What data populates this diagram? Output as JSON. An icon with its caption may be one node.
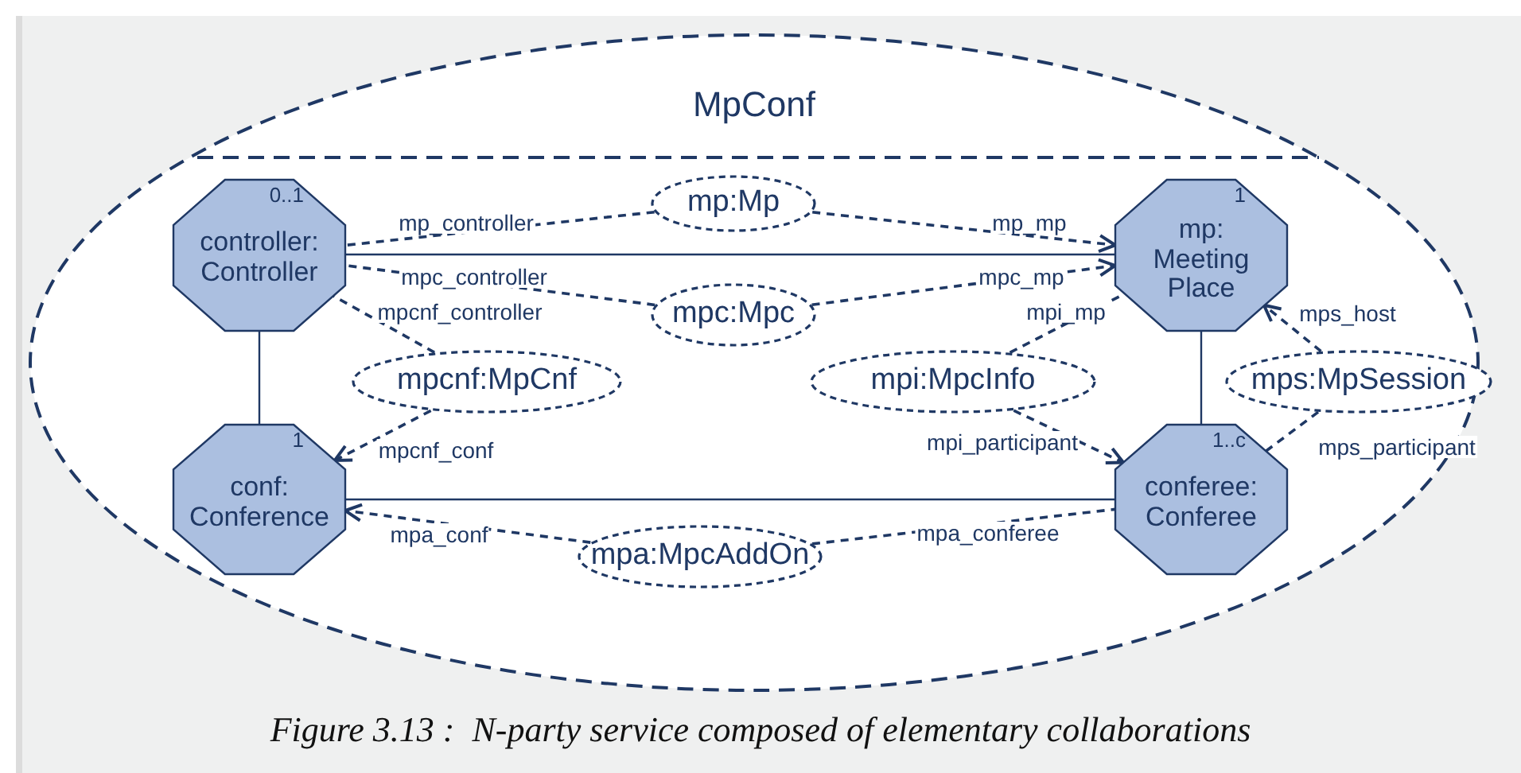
{
  "diagram": {
    "caption": "Figure 3.13 :  N-party service composed of elementary collaborations",
    "nodes": [
      {
        "text": [
          "MpConf"
        ]
      },
      {
        "text": [
          "0..1",
          "controller: Controller"
        ],
        "in": 0
      },
      {
        "text": [
          "mp:Mp"
        ],
        "in": 0
      },
      {
        "text": [
          "1",
          "mp: Meeting Place"
        ],
        "in": 0
      },
      {
        "text": [
          "mpc:Mpc"
        ],
        "in": 0
      },
      {
        "text": [
          "mpcnf:MpCnf"
        ],
        "in": 0
      },
      {
        "text": [
          "mpi:MpcInfo"
        ],
        "in": 0
      },
      {
        "text": [
          "mps:MpSession"
        ],
        "in": 0
      },
      {
        "text": [
          "1",
          "conf: Conference"
        ],
        "in": 0
      },
      {
        "text": [
          "1..c",
          "conferee: Conferee"
        ],
        "in": 0
      },
      {
        "text": [
          "mpa:MpcAddOn"
        ],
        "in": 0
      }
    ],
    "edges": [
      {
        "from": 1,
        "to": 3,
        "arrow": "none"
      },
      {
        "from": 1,
        "to": 8,
        "arrow": "none"
      },
      {
        "from": 3,
        "to": 9,
        "arrow": "none"
      },
      {
        "from": 8,
        "to": 9,
        "arrow": "none"
      },
      {
        "from": 2,
        "to": 1,
        "arrow": "none",
        "label": "mp_controller",
        "style": "dashed"
      },
      {
        "from": 2,
        "to": 3,
        "arrow": "to",
        "label": "mp_mp",
        "style": "dashed"
      },
      {
        "from": 4,
        "to": 1,
        "arrow": "none",
        "label": "mpc_controller",
        "style": "dashed"
      },
      {
        "from": 4,
        "to": 3,
        "arrow": "to",
        "label": "mpc_mp",
        "style": "dashed"
      },
      {
        "from": 5,
        "to": 1,
        "arrow": "none",
        "label": "mpcnf_controller",
        "style": "dashed"
      },
      {
        "from": 5,
        "to": 8,
        "arrow": "to",
        "label": "mpcnf_conf",
        "style": "dashed"
      },
      {
        "from": 6,
        "to": 3,
        "arrow": "none",
        "label": "mpi_mp",
        "style": "dashed"
      },
      {
        "from": 6,
        "to": 9,
        "arrow": "to",
        "label": "mpi_participant",
        "style": "dashed"
      },
      {
        "from": 7,
        "to": 3,
        "arrow": "to",
        "label": "mps_host",
        "style": "dashed"
      },
      {
        "from": 7,
        "to": 9,
        "arrow": "none",
        "label": "mps_participant",
        "style": "dashed"
      },
      {
        "from": 10,
        "to": 8,
        "arrow": "to",
        "label": "mpa_conf",
        "style": "dashed"
      },
      {
        "from": 10,
        "to": 9,
        "arrow": "none",
        "label": "mpa_conferee",
        "style": "dashed"
      }
    ]
  }
}
